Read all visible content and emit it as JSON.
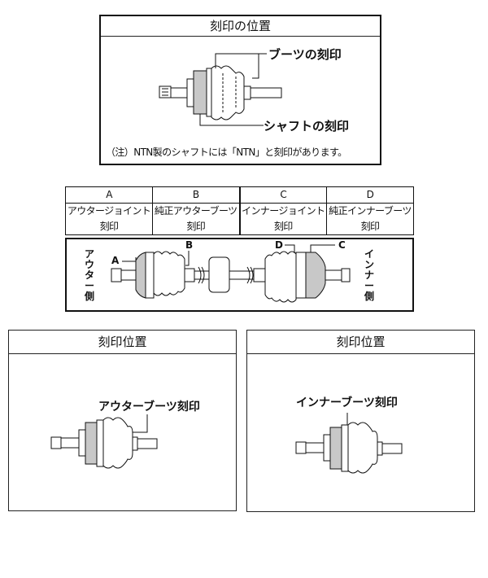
{
  "top_panel": {
    "title": "刻印の位置",
    "boot_label": "ブーツの刻印",
    "shaft_label": "シャフトの刻印",
    "note": "（注）NTN製のシャフトには「NTN」と刻印があります。"
  },
  "table": {
    "columns": [
      {
        "letter": "A",
        "line1": "アウタージョイント",
        "line2": "刻印"
      },
      {
        "letter": "B",
        "line1": "純正アウターブーツ",
        "line2": "刻印"
      },
      {
        "letter": "C",
        "line1": "インナージョイント",
        "line2": "刻印"
      },
      {
        "letter": "D",
        "line1": "純正インナーブーツ",
        "line2": "刻印"
      }
    ]
  },
  "driveshaft": {
    "outer_side": "アウター側",
    "inner_side": "インナー側",
    "tags": [
      "A",
      "B",
      "C",
      "D"
    ]
  },
  "left_panel": {
    "title": "刻印位置",
    "label": "アウターブーツ刻印"
  },
  "right_panel": {
    "title": "刻印位置",
    "label": "インナーブーツ刻印"
  }
}
